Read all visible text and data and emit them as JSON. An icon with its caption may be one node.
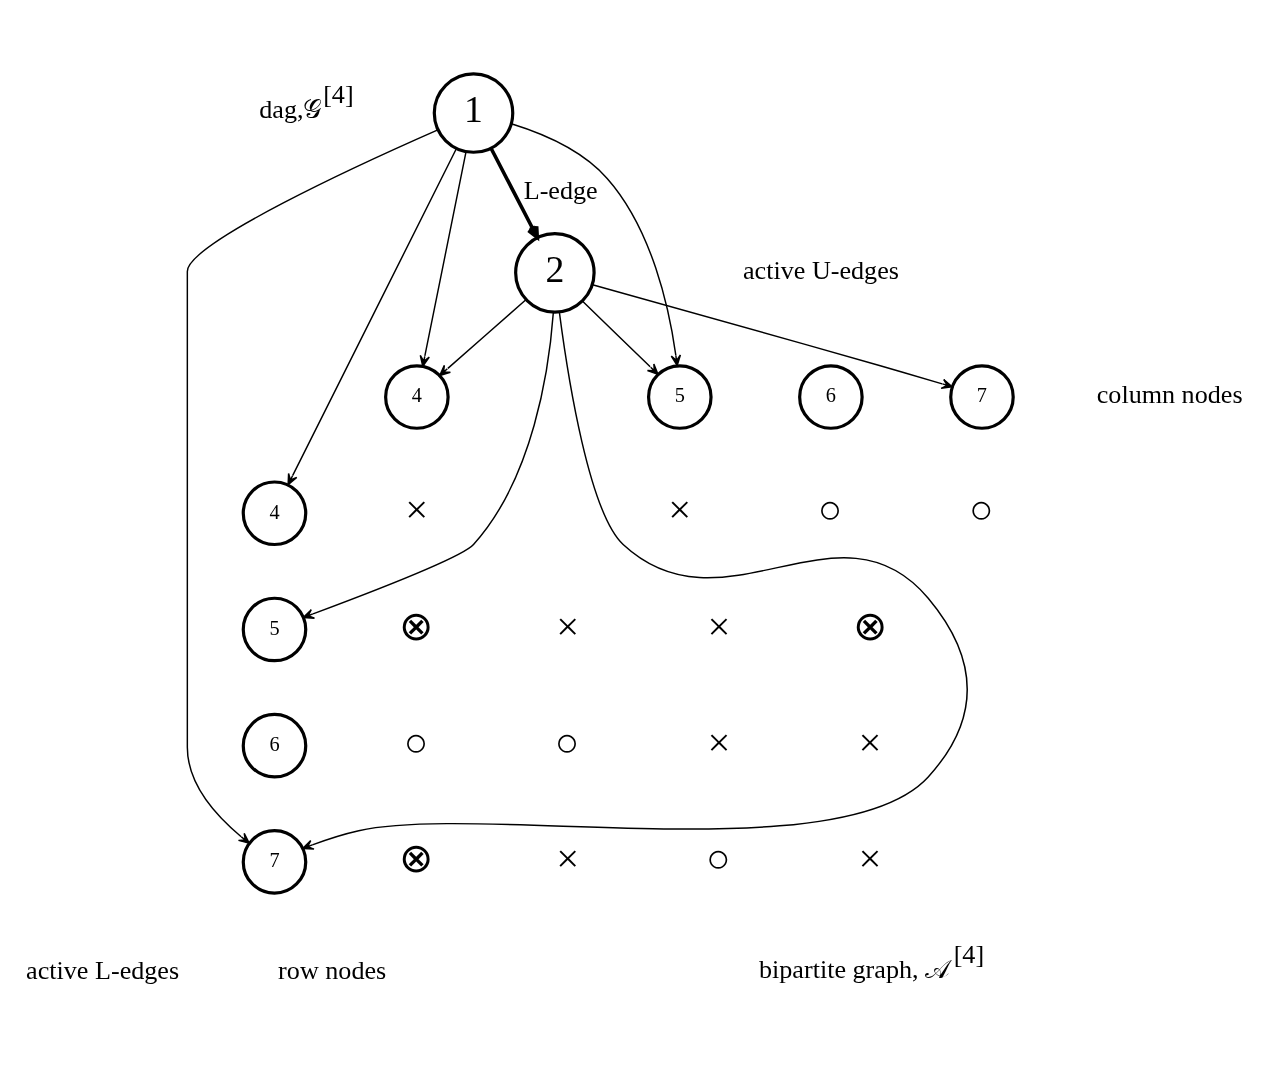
{
  "diagram": {
    "nodes": [
      {
        "text": [
          "1"
        ]
      },
      {
        "text": [
          "2"
        ]
      },
      {
        "text": [
          "4"
        ]
      },
      {
        "text": [
          "5"
        ]
      },
      {
        "text": [
          "6"
        ]
      },
      {
        "text": [
          "7"
        ]
      },
      {
        "text": [
          "4"
        ]
      },
      {
        "text": [
          "5"
        ]
      },
      {
        "text": [
          "6"
        ]
      },
      {
        "text": [
          "7"
        ]
      }
    ],
    "edges": [
      {
        "from": 0,
        "to": 1,
        "arrow": "to",
        "label": "L-edge",
        "style": "thick"
      },
      {
        "from": 0,
        "to": 3,
        "arrow": "to"
      },
      {
        "from": 0,
        "to": 2,
        "arrow": "to"
      },
      {
        "from": 1,
        "to": 5,
        "arrow": "to"
      },
      {
        "from": 1,
        "to": 3,
        "arrow": "to"
      },
      {
        "from": 1,
        "to": 2,
        "arrow": "to"
      },
      {
        "from": 0,
        "to": 6,
        "arrow": "to"
      },
      {
        "from": 0,
        "to": 9,
        "arrow": "to"
      },
      {
        "from": 1,
        "to": 7,
        "arrow": "to"
      },
      {
        "from": 1,
        "to": 9,
        "arrow": "to"
      }
    ],
    "labels": [
      "dag,𝒢$^{[4]}$",
      "active U-edges",
      "column nodes",
      "×",
      "×",
      "○",
      "○",
      "⊗",
      "×",
      "×",
      "⊗",
      "○",
      "○",
      "×",
      "×",
      "⊗",
      "×",
      "○",
      "×",
      "active L-edges",
      "row nodes",
      "bipartite graph, 𝒜$^{[4]}$"
    ]
  }
}
